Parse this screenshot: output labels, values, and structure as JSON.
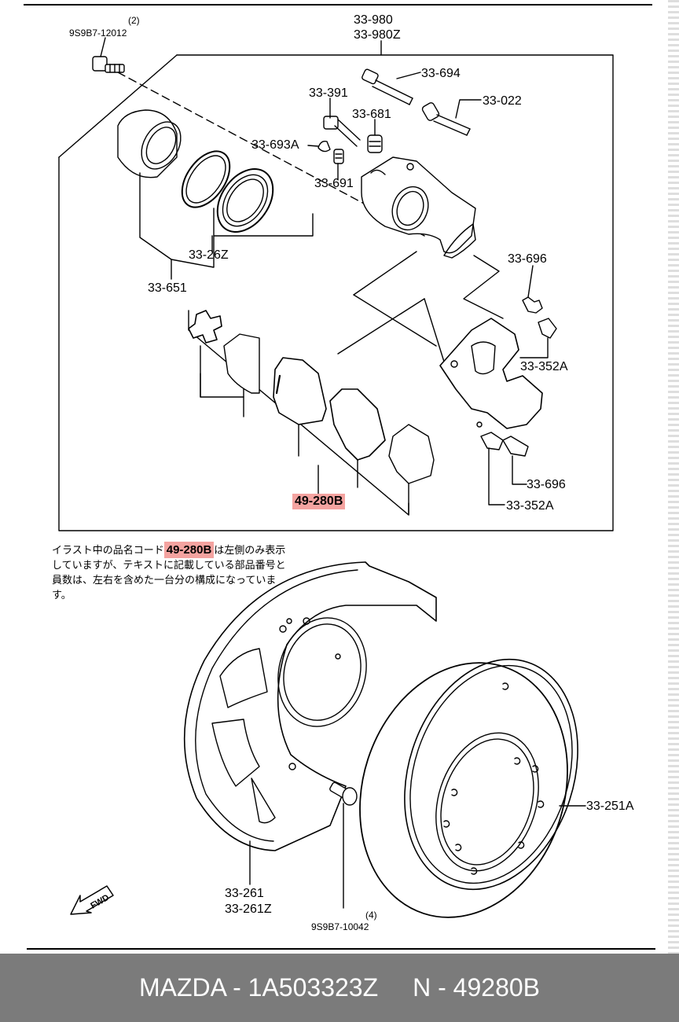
{
  "labels": {
    "bolt_top_qty": "(2)",
    "bolt_top": "9S9B7-12012",
    "caliper_a": "33-980",
    "caliper_b": "33-980Z",
    "p694": "33-694",
    "p391": "33-391",
    "p022": "33-022",
    "p681": "33-681",
    "p693a": "33-693A",
    "p691": "33-691",
    "seal_kit": "33-26Z",
    "piston_kit": "33-651",
    "p696_top": "33-696",
    "p352a_top": "33-352A",
    "pads": "49-280B",
    "p696_bot": "33-696",
    "p352a_bot": "33-352A",
    "disc": "33-251A",
    "shield_a": "33-261",
    "shield_b": "33-261Z",
    "bolt_bot_qty": "(4)",
    "bolt_bot": "9S9B7-10042",
    "fwd": "FWD"
  },
  "note": {
    "before": "イラスト中の品名コード",
    "code": "49-280B",
    "after": "は左側のみ表示していますが、テキストに記載している部品番号と員数は、左右を含めた一台分の構成になっています。"
  },
  "footer": {
    "brand_part": "MAZDA - 1A503323Z",
    "number": "N - 49280B"
  },
  "colors": {
    "highlight": "#f4a3a0",
    "footer_bg": "#7b7b7b"
  }
}
